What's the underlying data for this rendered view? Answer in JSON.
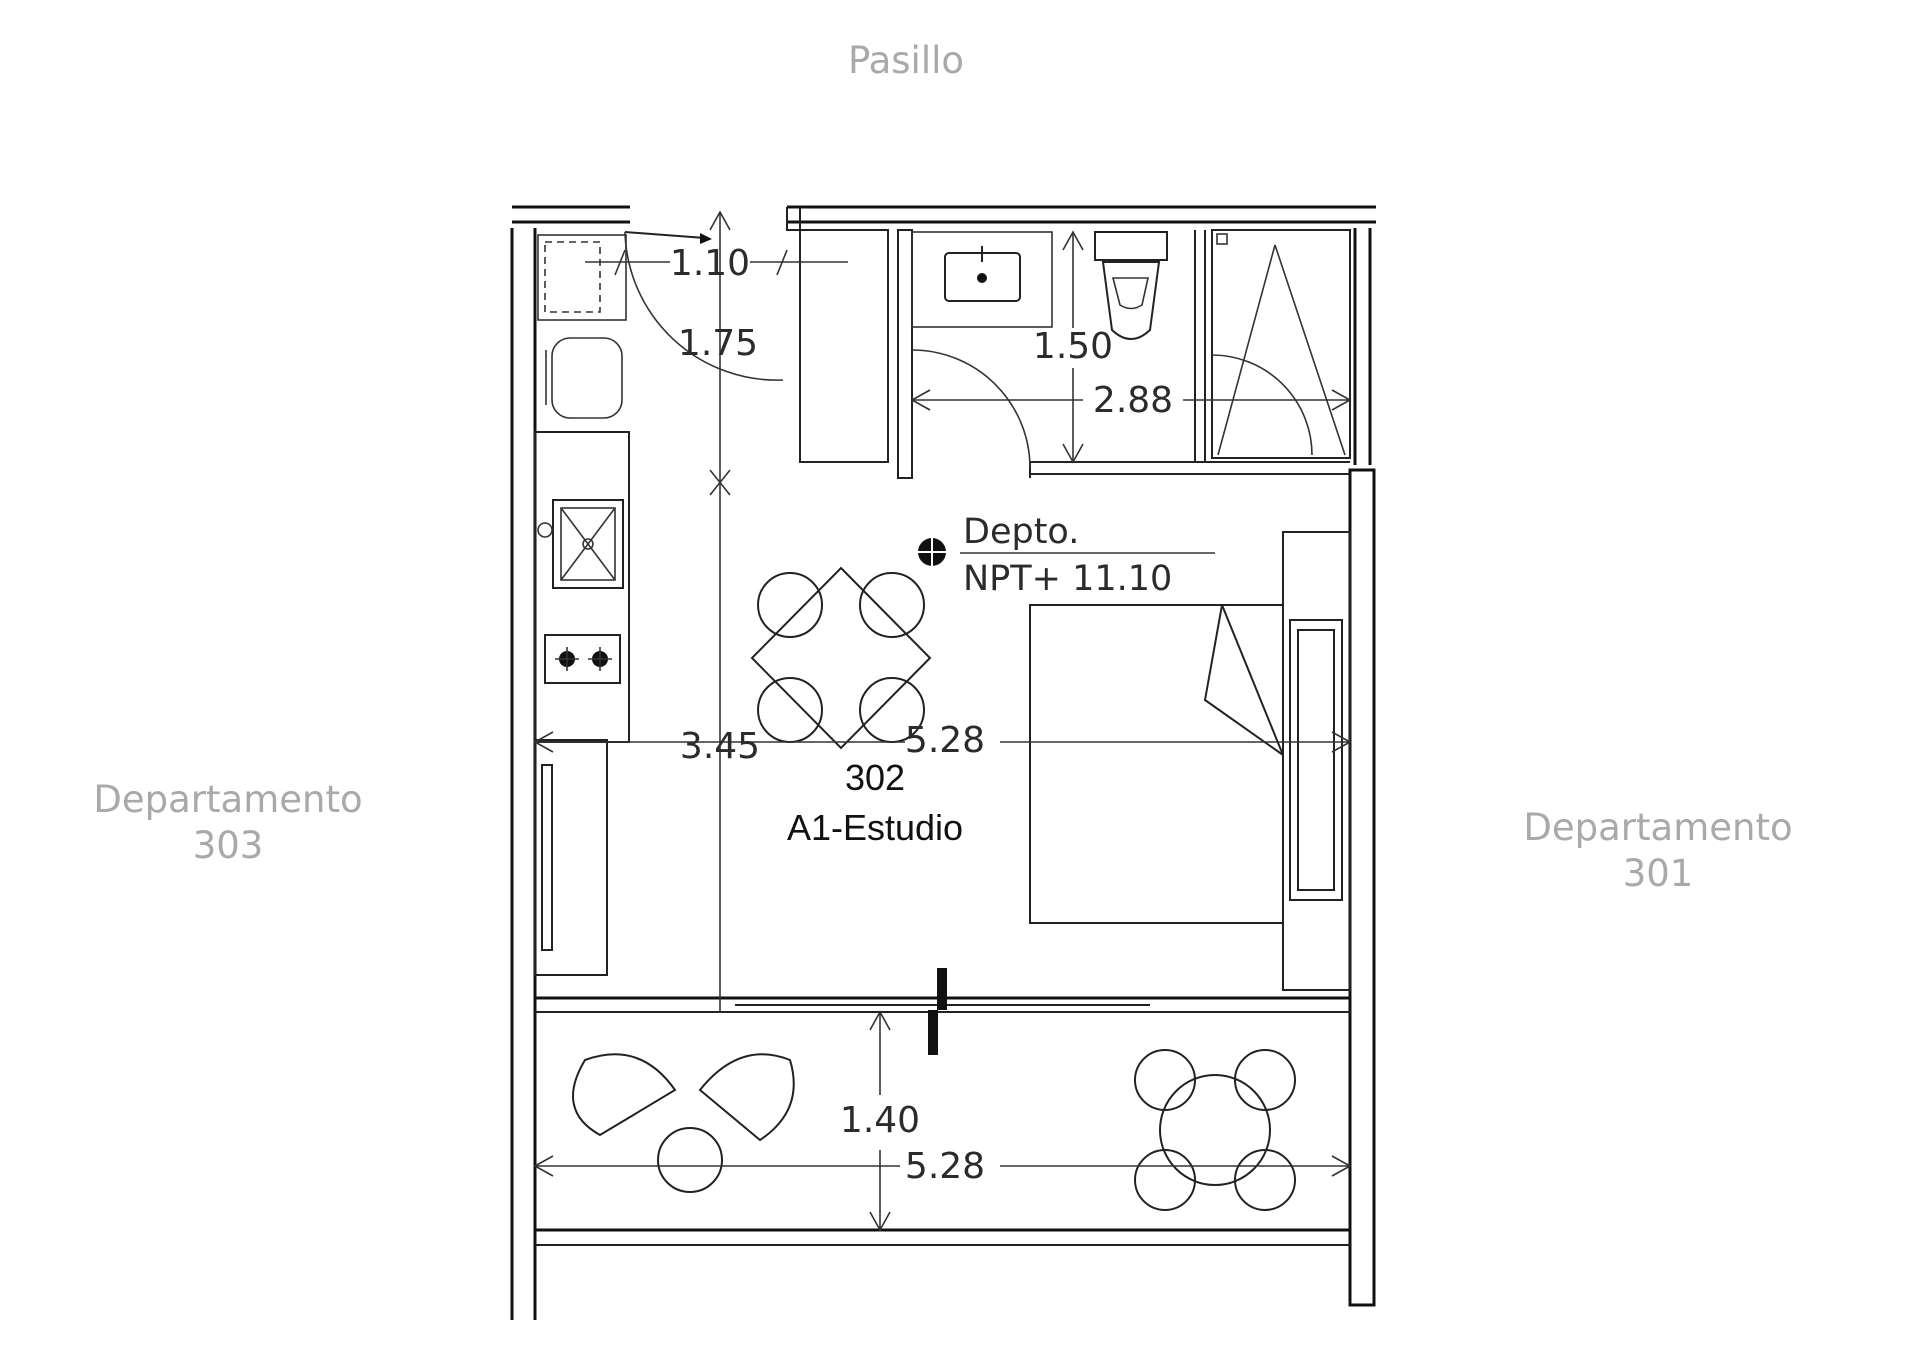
{
  "labels": {
    "corridor": "Pasillo",
    "left_unit": {
      "line1": "Departamento",
      "line2": "303"
    },
    "right_unit": {
      "line1": "Departamento",
      "line2": "301"
    },
    "unit_number": "302",
    "unit_type": "A1-Estudio",
    "level_title": "Depto.",
    "level_value": "NPT+ 11.10"
  },
  "dimensions": {
    "entry_width": "1.10",
    "entry_depth": "1.75",
    "bath_depth": "1.50",
    "bath_width": "2.88",
    "living_depth": "3.45",
    "living_width": "5.28",
    "balcony_depth": "1.40",
    "balcony_width": "5.28"
  }
}
